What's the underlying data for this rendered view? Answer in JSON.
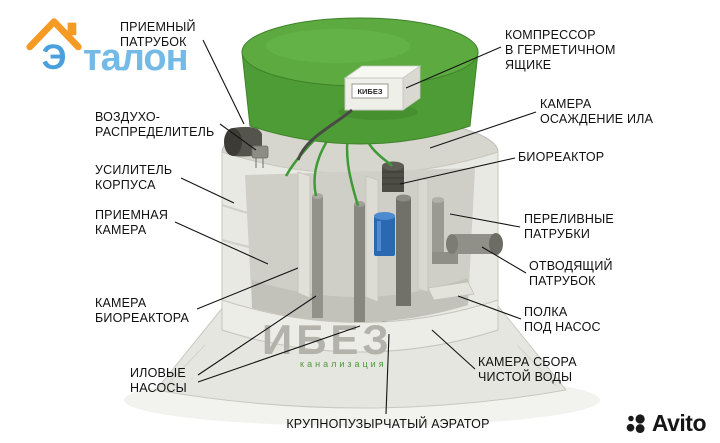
{
  "logo": {
    "letter": "Э",
    "rest": "талон"
  },
  "tank": {
    "compressor_box": "КИБЕЗ",
    "body_text": "ИБЕЗ",
    "body_subtext": "канализация"
  },
  "labels": [
    {
      "key": "inlet-pipe",
      "text": "ПРИЕМНЫЙ\nПАТРУБОК"
    },
    {
      "key": "air-distributor",
      "text": "ВОЗДУХО-\nРАСПРЕДЕЛИТЕЛЬ"
    },
    {
      "key": "body-stiffener",
      "text": "УСИЛИТЕЛЬ\nКОРПУСА"
    },
    {
      "key": "receiving-chamber",
      "text": "ПРИЕМНАЯ\nКАМЕРА"
    },
    {
      "key": "bioreactor-chamber",
      "text": "КАМЕРА\nБИОРЕАКТОРА"
    },
    {
      "key": "sludge-pumps",
      "text": "ИЛОВЫЕ\nНАСОСЫ"
    },
    {
      "key": "coarse-bubble-aerator",
      "text": "КРУПНОПУЗЫРЧАТЫЙ АЭРАТОР"
    },
    {
      "key": "compressor",
      "text": "КОМПРЕССОР\nВ ГЕРМЕТИЧНОМ\nЯЩИКЕ"
    },
    {
      "key": "sludge-settling",
      "text": "КАМЕРА\nОСАЖДЕНИЕ ИЛА"
    },
    {
      "key": "bioreactor",
      "text": "БИОРЕАКТОР"
    },
    {
      "key": "overflow-pipes",
      "text": "ПЕРЕЛИВНЫЕ\nПАТРУБКИ"
    },
    {
      "key": "outlet-pipe",
      "text": "ОТВОДЯЩИЙ\nПАТРУБОК"
    },
    {
      "key": "pump-shelf",
      "text": "ПОЛКА\nПОД НАСОС"
    },
    {
      "key": "clean-water-chamber",
      "text": "КАМЕРА СБОРА\nЧИСТОЙ ВОДЫ"
    }
  ],
  "watermark": {
    "text": "Avito"
  },
  "colors": {
    "lid_green": "#57a33c",
    "hose_green": "#3f9a36",
    "logo_blue": "#4aa0dc",
    "logo_light_blue": "#74bae6",
    "logo_orange": "#f59a23",
    "pump_blue": "#2a68b2",
    "label_text": "#101010",
    "avito_dark": "#1a1a1a"
  }
}
